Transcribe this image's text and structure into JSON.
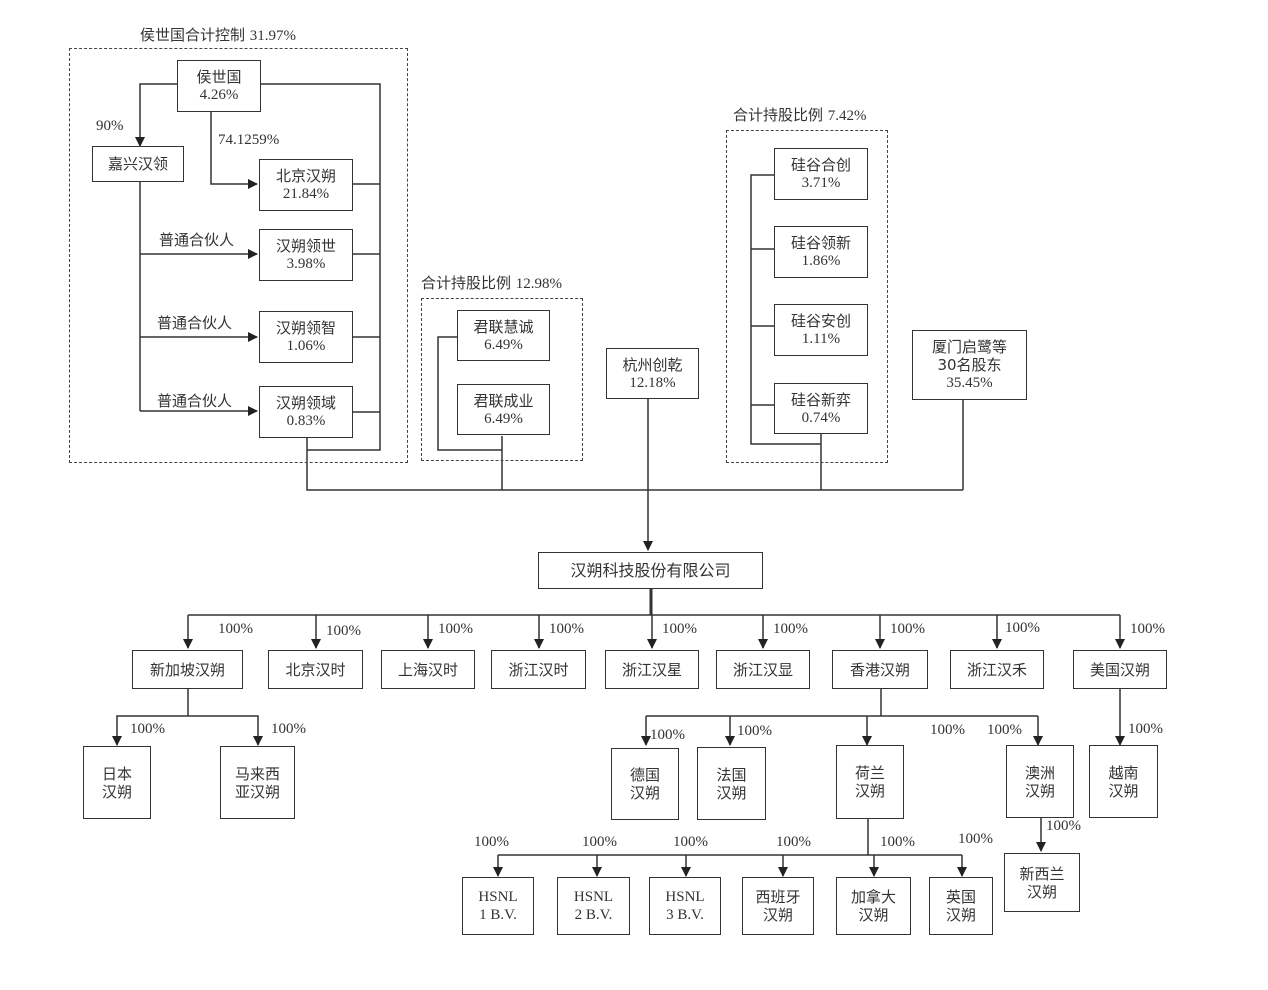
{
  "groups": {
    "hsg": {
      "title": "侯世国合计控制",
      "pct": "31.97%"
    },
    "junlian": {
      "title": "合计持股比例",
      "pct": "12.98%"
    },
    "guigu": {
      "title": "合计持股比例",
      "pct": "7.42%"
    }
  },
  "shareholders": {
    "hsg": {
      "name": "侯世国",
      "pct": "4.26%"
    },
    "jxhl": {
      "name": "嘉兴汉领"
    },
    "bjhs": {
      "name": "北京汉朔",
      "pct": "21.84%"
    },
    "hsls": {
      "name": "汉朔领世",
      "pct": "3.98%"
    },
    "hslz": {
      "name": "汉朔领智",
      "pct": "1.06%"
    },
    "hsly": {
      "name": "汉朔领域",
      "pct": "0.83%"
    },
    "jlhc": {
      "name": "君联慧诚",
      "pct": "6.49%"
    },
    "jlcy": {
      "name": "君联成业",
      "pct": "6.49%"
    },
    "hzcq": {
      "name": "杭州创乾",
      "pct": "12.18%"
    },
    "gghc": {
      "name": "硅谷合创",
      "pct": "3.71%"
    },
    "gglx": {
      "name": "硅谷领新",
      "pct": "1.86%"
    },
    "ggac": {
      "name": "硅谷安创",
      "pct": "1.11%"
    },
    "ggxy": {
      "name": "硅谷新弈",
      "pct": "0.74%"
    },
    "xmqx": {
      "name1": "厦门启鹭等",
      "name2": "30名股东",
      "pct": "35.45%"
    }
  },
  "edge_labels": {
    "hsg_to_jxhl": "90%",
    "hsg_to_bjhs": "74.1259%",
    "gp1": "普通合伙人",
    "gp2": "普通合伙人",
    "gp3": "普通合伙人"
  },
  "company": {
    "name": "汉朔科技股份有限公司"
  },
  "subsidiaries": [
    {
      "name": "新加坡汉朔",
      "pct": "100%"
    },
    {
      "name": "北京汉时",
      "pct": "100%"
    },
    {
      "name": "上海汉时",
      "pct": "100%"
    },
    {
      "name": "浙江汉时",
      "pct": "100%"
    },
    {
      "name": "浙江汉星",
      "pct": "100%"
    },
    {
      "name": "浙江汉显",
      "pct": "100%"
    },
    {
      "name": "香港汉朔",
      "pct": "100%"
    },
    {
      "name": "浙江汉禾",
      "pct": "100%"
    },
    {
      "name": "美国汉朔",
      "pct": "100%"
    }
  ],
  "sg_children": [
    {
      "line1": "日本",
      "line2": "汉朔",
      "pct": "100%"
    },
    {
      "line1": "马来西",
      "line2": "亚汉朔",
      "pct": "100%"
    }
  ],
  "hk_children": [
    {
      "line1": "德国",
      "line2": "汉朔",
      "pct": "100%"
    },
    {
      "line1": "法国",
      "line2": "汉朔",
      "pct": "100%"
    },
    {
      "line1": "荷兰",
      "line2": "汉朔",
      "pct": "100%"
    },
    {
      "line1": "澳洲",
      "line2": "汉朔",
      "pct": "100%"
    }
  ],
  "hk_extra_pct": "100%",
  "us_child": {
    "line1": "越南",
    "line2": "汉朔",
    "pct": "100%"
  },
  "au_child": {
    "line1": "新西兰",
    "line2": "汉朔",
    "pct": "100%"
  },
  "nl_children": [
    {
      "line1": "HSNL",
      "line2": "1 B.V.",
      "pct": "100%"
    },
    {
      "line1": "HSNL",
      "line2": "2 B.V.",
      "pct": "100%"
    },
    {
      "line1": "HSNL",
      "line2": "3 B.V.",
      "pct": "100%"
    },
    {
      "line1": "西班牙",
      "line2": "汉朔",
      "pct": "100%"
    },
    {
      "line1": "加拿大",
      "line2": "汉朔",
      "pct": "100%"
    },
    {
      "line1": "英国",
      "line2": "汉朔",
      "pct": "100%"
    }
  ],
  "colors": {
    "line": "#333333",
    "text": "#333333"
  }
}
